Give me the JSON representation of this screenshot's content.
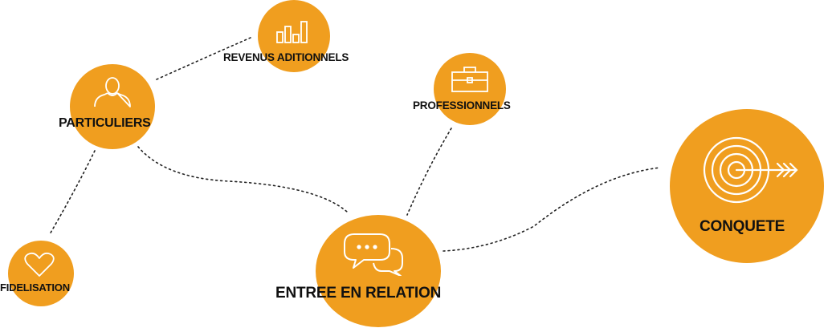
{
  "colors": {
    "node": "#f09e1f",
    "icon_stroke": "#ffffff",
    "label": "#111111",
    "link": "#222222"
  },
  "nodes": {
    "revenus": {
      "label": "REVENUS ADITIONNELS",
      "icon": "bar-chart-icon"
    },
    "particuliers": {
      "label": "PARTICULIERS",
      "icon": "user-icon"
    },
    "professionnels": {
      "label": "PROFESSIONNELS",
      "icon": "briefcase-icon"
    },
    "conquete": {
      "label": "CONQUETE",
      "icon": "target-arrow-icon"
    },
    "fidelisation": {
      "label": "FIDELISATION",
      "icon": "heart-icon"
    },
    "entree": {
      "label": "ENTREE EN RELATION",
      "icon": "chat-bubbles-icon"
    }
  }
}
